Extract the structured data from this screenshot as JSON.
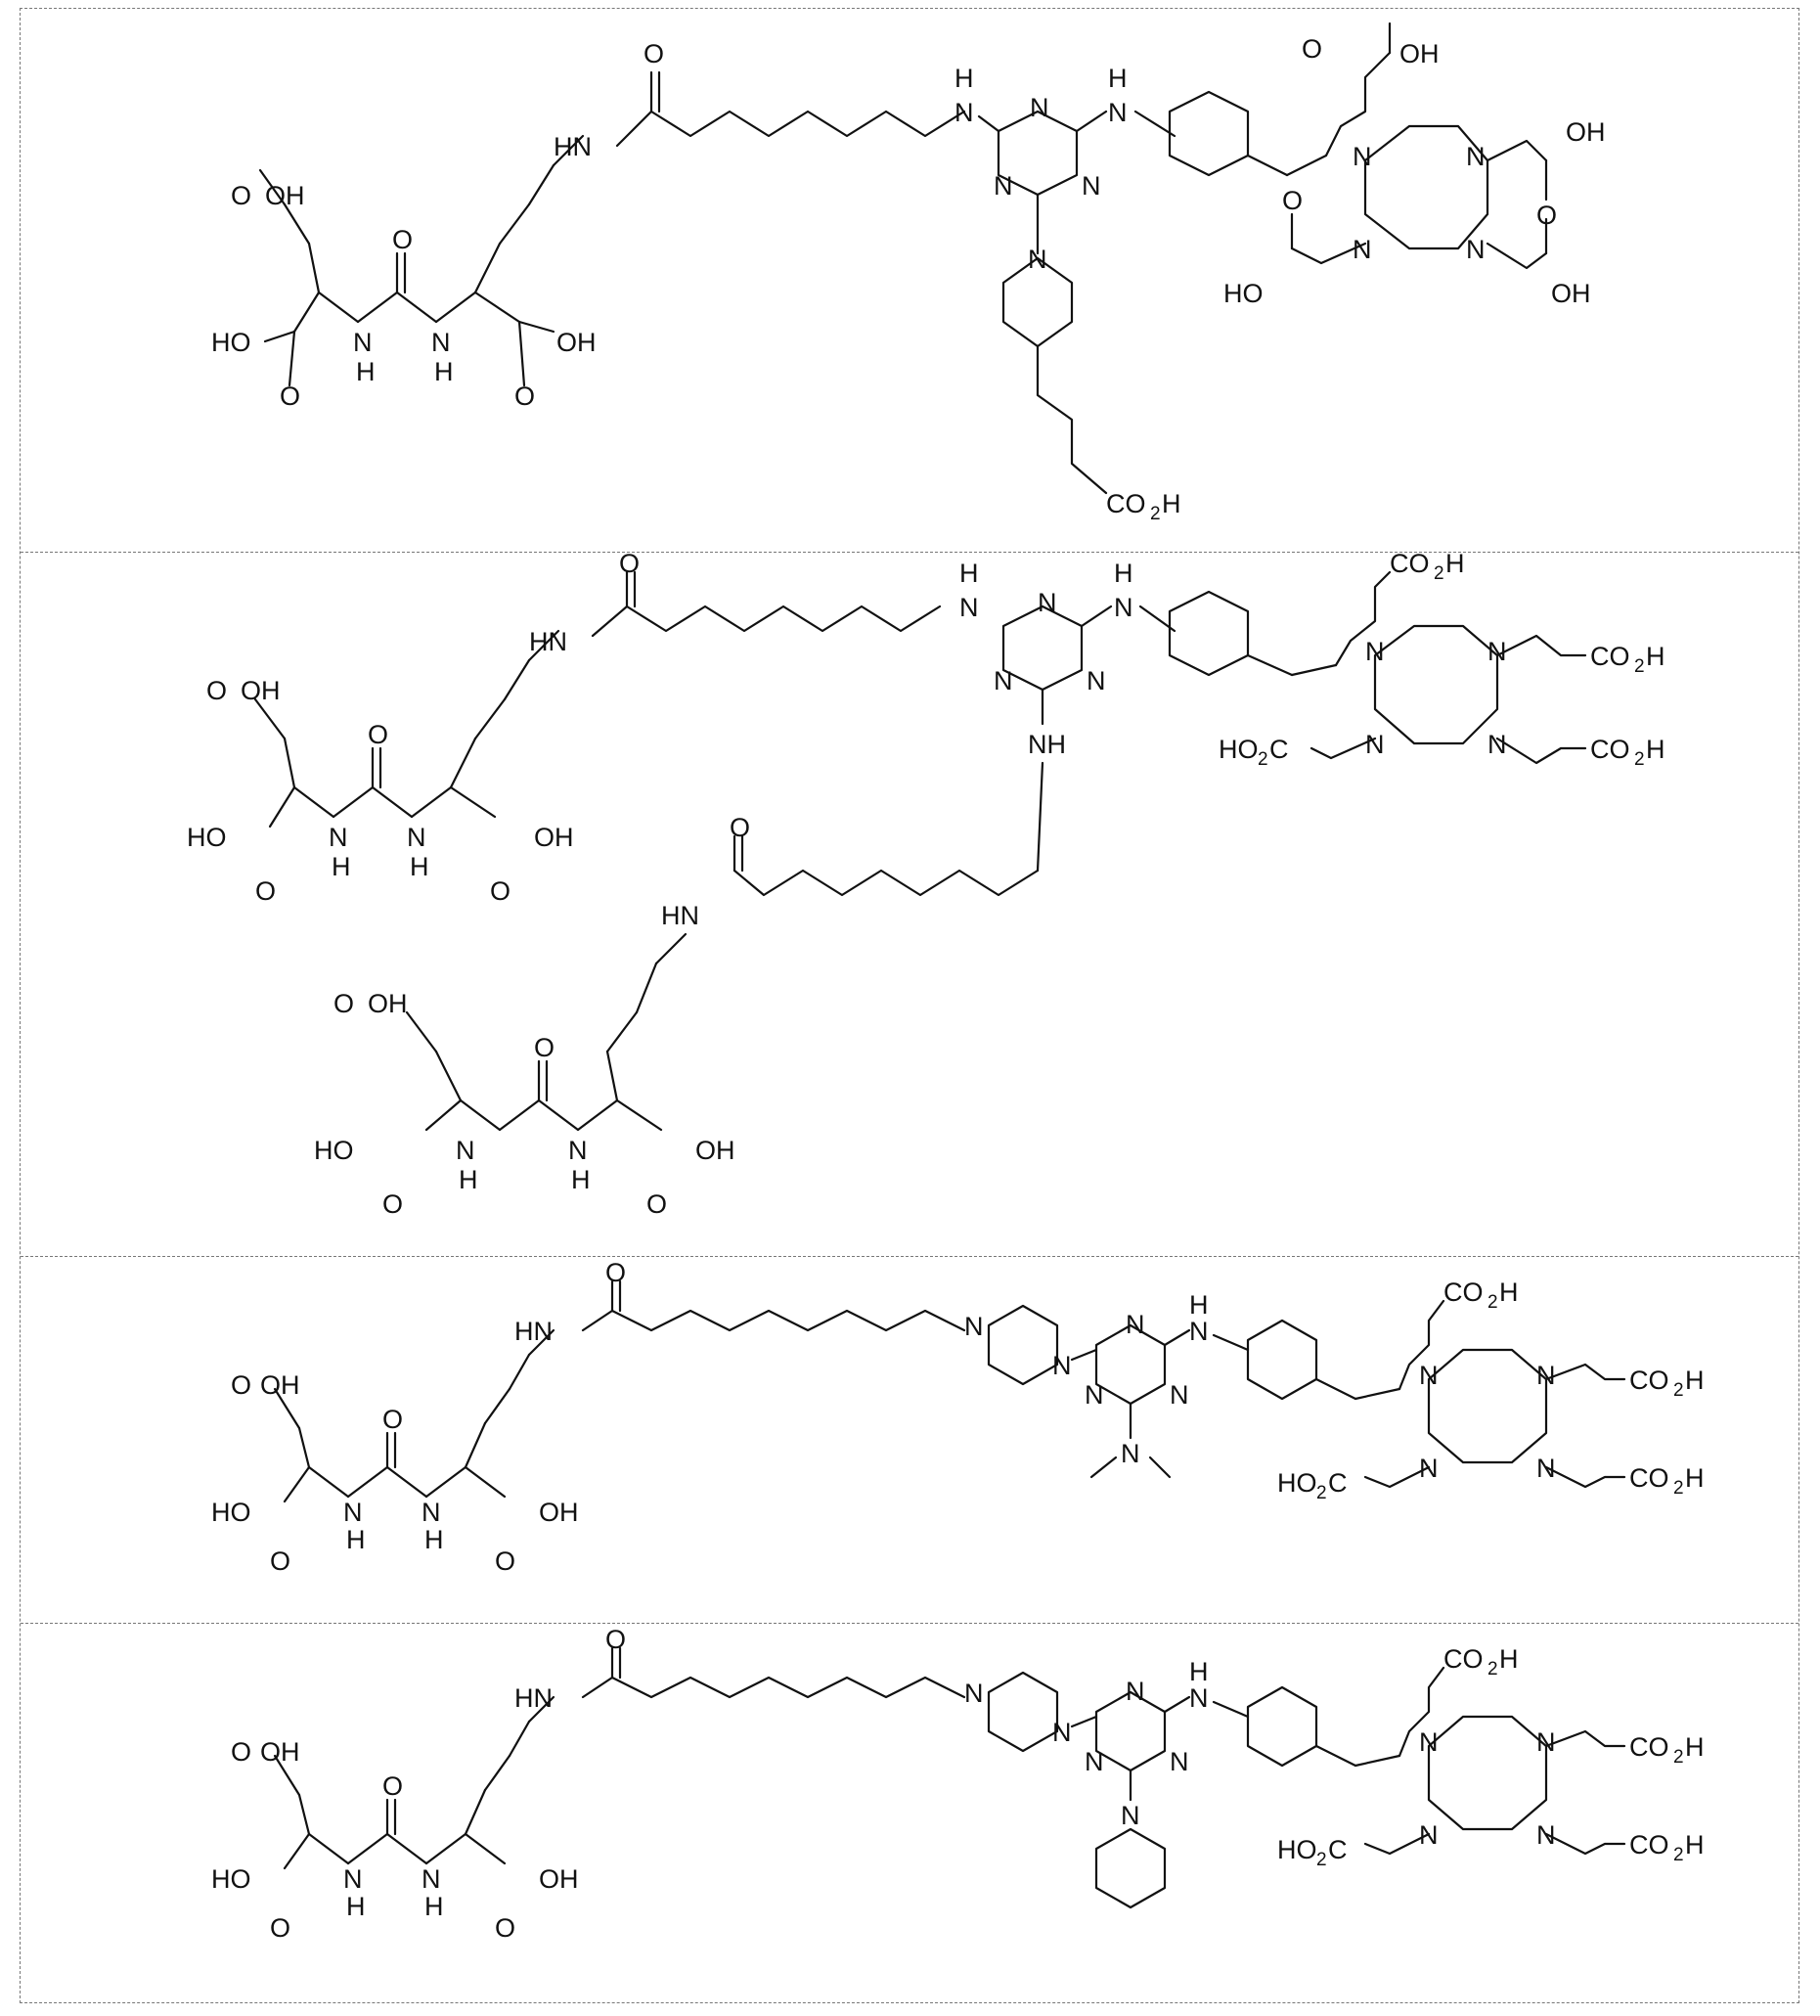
{
  "panels": [
    {
      "dota_style": "OH"
    },
    {
      "dota_style": "CO2H"
    },
    {
      "dota_style": "CO2H"
    },
    {
      "dota_style": "CO2H"
    }
  ],
  "labels": {
    "oh": "OH",
    "ho": "HO",
    "o": "O",
    "n": "N",
    "h": "H",
    "nh": "NH",
    "hn": "HN",
    "co2h": "CO",
    "co2h_sub": "2",
    "co2h_tail": "H",
    "ho2c_head": "HO",
    "ho2c_sub": "2",
    "ho2c_tail": "C"
  }
}
